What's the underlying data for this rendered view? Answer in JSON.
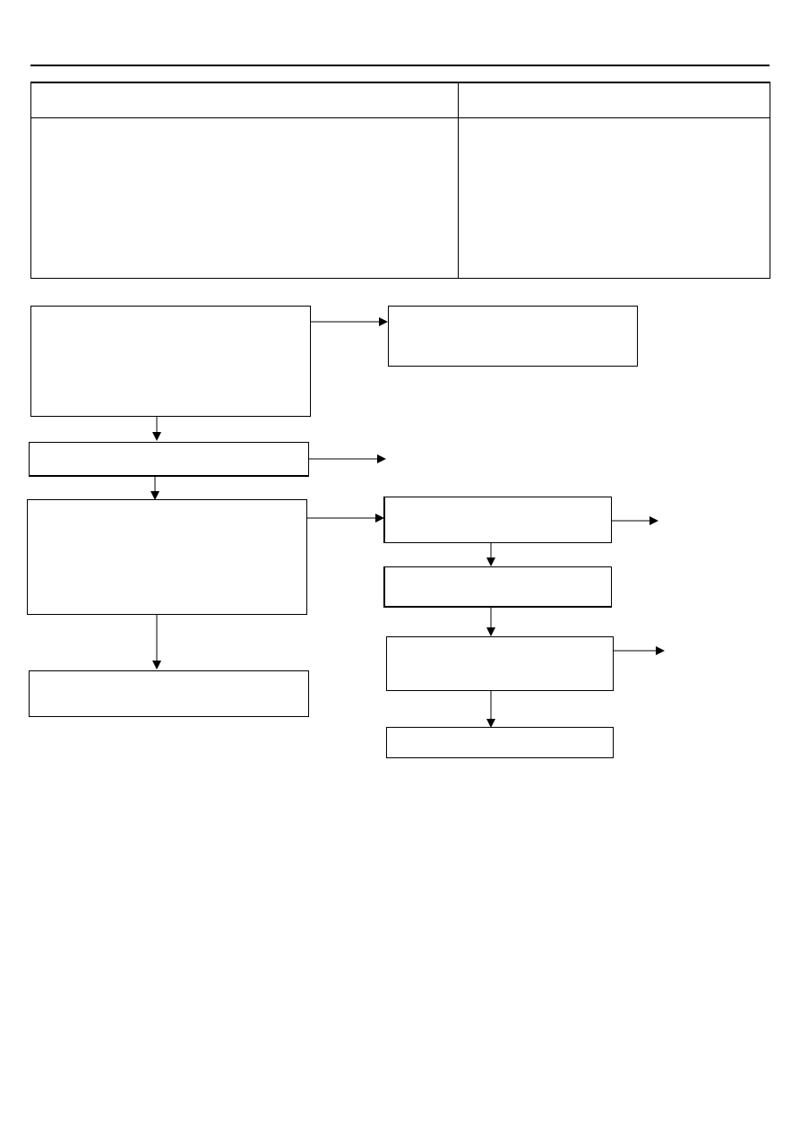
{
  "table": {
    "columns": [
      "",
      ""
    ],
    "rows": [
      [
        "",
        ""
      ]
    ]
  },
  "flowchart": {
    "steps": [
      {
        "id": "step-1",
        "text": ""
      },
      {
        "id": "step-1-yes",
        "text": ""
      },
      {
        "id": "step-2",
        "text": ""
      },
      {
        "id": "step-3",
        "text": ""
      },
      {
        "id": "step-4",
        "text": ""
      },
      {
        "id": "step-5",
        "text": ""
      },
      {
        "id": "step-6",
        "text": ""
      },
      {
        "id": "step-7",
        "text": ""
      },
      {
        "id": "step-8",
        "text": ""
      }
    ],
    "edges": [
      {
        "from": "step-1",
        "to": "step-1-yes",
        "label": ""
      },
      {
        "from": "step-1",
        "to": "step-2",
        "label": ""
      },
      {
        "from": "step-2",
        "to": "",
        "label": ""
      },
      {
        "from": "step-2",
        "to": "step-3",
        "label": ""
      },
      {
        "from": "step-3",
        "to": "step-5",
        "label": ""
      },
      {
        "from": "step-3",
        "to": "step-4",
        "label": ""
      },
      {
        "from": "step-5",
        "to": "",
        "label": ""
      },
      {
        "from": "step-5",
        "to": "step-6",
        "label": ""
      },
      {
        "from": "step-6",
        "to": "step-7",
        "label": ""
      },
      {
        "from": "step-7",
        "to": "",
        "label": ""
      },
      {
        "from": "step-7",
        "to": "step-8",
        "label": ""
      }
    ]
  }
}
